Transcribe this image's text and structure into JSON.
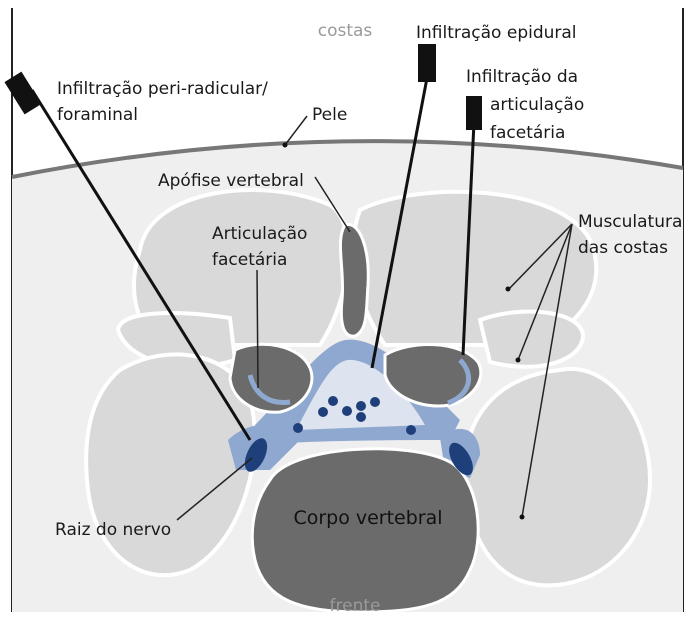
{
  "orientation": {
    "top": "costas",
    "bottom": "frente"
  },
  "labels": {
    "skin": "Pele",
    "spinous_process": "Apófise vertebral",
    "facet_joint": [
      "Articulação",
      "facetária"
    ],
    "muscles": [
      "Musculatura",
      "das costas"
    ],
    "nerve_root": "Raiz do nervo",
    "vertebral_body": "Corpo vertebral"
  },
  "injections": {
    "epidural": "Infiltração epidural",
    "facet": [
      "Infiltração da",
      "articulação",
      "facetária"
    ],
    "periradicular": [
      "Infiltração peri-radicular/",
      "foraminal"
    ]
  },
  "colors": {
    "bone": "#6b6b6b",
    "muscle": "#d9d9d9",
    "tissue": "#eeeeee",
    "epidural_space": "#8fa8cf",
    "spinal_canal": "#dde4ef",
    "nerve": "#1f3f7a",
    "needle": "#111111"
  }
}
